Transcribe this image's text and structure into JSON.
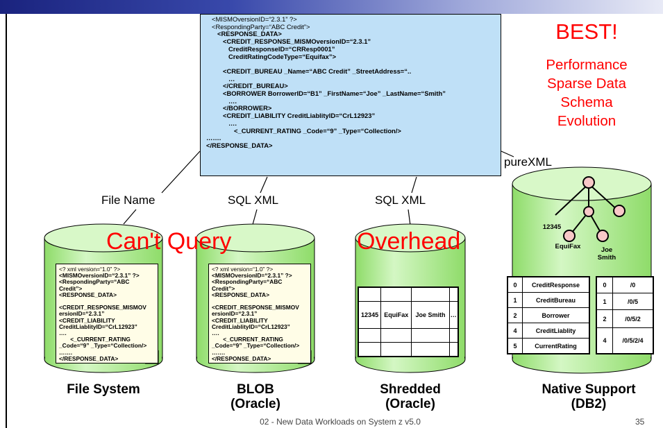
{
  "xml_box": {
    "lines": [
      {
        "text": "<MISMOversionID=“2.3.1” ?>",
        "bold": false,
        "indent": 14
      },
      {
        "text": "<RespondingParty=“ABC Credit”>",
        "bold": false,
        "indent": 14
      },
      {
        "text": "<RESPONSE_DATA>",
        "bold": true,
        "indent": 22
      },
      {
        "text": "<CREDIT_RESPONSE_MISMOversionID=“2.3.1”",
        "bold": true,
        "indent": 30
      },
      {
        "text": "CreditResponseID=“CRResp0001”",
        "bold": true,
        "indent": 38
      },
      {
        "text": "CreditRatingCodeType=“Equifax”>",
        "bold": true,
        "indent": 38
      },
      {
        "text": "",
        "bold": false,
        "indent": 0
      },
      {
        "text": "<CREDIT_BUREAU _Name=“ABC Credit” _StreetAddress=“..",
        "bold": true,
        "indent": 30
      },
      {
        "text": "…",
        "bold": true,
        "indent": 38
      },
      {
        "text": "</CREDIT_BUREAU>",
        "bold": true,
        "indent": 30
      },
      {
        "text": "<BORROWER BorrowerID=“B1” _FirstName=“Joe” _LastName=“Smith”",
        "bold": true,
        "indent": 30
      },
      {
        "text": "….",
        "bold": true,
        "indent": 38
      },
      {
        "text": "</BORROWER>",
        "bold": true,
        "indent": 30
      },
      {
        "text": "<CREDIT_LIABILITY CreditLiablityID=“CrL12923”",
        "bold": true,
        "indent": 30
      },
      {
        "text": "….",
        "bold": true,
        "indent": 38
      },
      {
        "text": "<_CURRENT_RATING _Code=“9” _Type=“Collection/>",
        "bold": true,
        "indent": 46
      },
      {
        "text": "…….",
        "bold": true,
        "indent": 6
      },
      {
        "text": "</RESPONSE_DATA>",
        "bold": true,
        "indent": 6
      }
    ]
  },
  "best": {
    "title": "BEST!",
    "lines": [
      "Performance",
      "Sparse Data",
      "Schema",
      "Evolution"
    ]
  },
  "connector_labels": {
    "file_name": "File Name",
    "sql_xml_1": "SQL XML",
    "sql_xml_2": "SQL XML",
    "pure_xml": "pureXML"
  },
  "overlays": {
    "cant_query": "Can't Query",
    "overhead": "Overhead"
  },
  "doc_file_system": {
    "lines": [
      {
        "text": "<? xml version=“1.0” ?>",
        "bold": false
      },
      {
        "text": "<MISMOversionID=“2.3.1” ?>",
        "bold": true
      },
      {
        "text": "<RespondingParty=“ABC",
        "bold": true
      },
      {
        "text": "Credit”>",
        "bold": true
      },
      {
        "text": "<RESPONSE_DATA>",
        "bold": true
      },
      {
        "text": "",
        "bold": false
      },
      {
        "text": "<CREDIT_RESPONSE_MISMOV",
        "bold": true
      },
      {
        "text": "ersionID=“2.3.1”",
        "bold": true
      },
      {
        "text": "<CREDIT_LIABILITY",
        "bold": true
      },
      {
        "text": "CreditLiablityID=“CrL12923”",
        "bold": true
      },
      {
        "text": "….",
        "bold": true
      },
      {
        "text": "       <_CURRENT_RATING",
        "bold": true
      },
      {
        "text": "_Code=“9” _Type=“Collection/>",
        "bold": true
      },
      {
        "text": "…….",
        "bold": true
      },
      {
        "text": "</RESPONSE_DATA>",
        "bold": true
      }
    ]
  },
  "doc_blob": {
    "lines": [
      {
        "text": "<? xml version=“1.0” ?>",
        "bold": false
      },
      {
        "text": "<MISMOversionID=“2.3.1” ?>",
        "bold": true
      },
      {
        "text": "<RespondingParty=“ABC",
        "bold": true
      },
      {
        "text": "Credit”>",
        "bold": true
      },
      {
        "text": "<RESPONSE_DATA>",
        "bold": true
      },
      {
        "text": "",
        "bold": false
      },
      {
        "text": "<CREDIT_RESPONSE_MISMOV",
        "bold": true
      },
      {
        "text": "ersionID=“2.3.1”",
        "bold": true
      },
      {
        "text": "<CREDIT_LIABILITY",
        "bold": true
      },
      {
        "text": "CreditLiablityID=“CrL12923”",
        "bold": true
      },
      {
        "text": "….",
        "bold": true
      },
      {
        "text": "       <_CURRENT_RATING",
        "bold": true
      },
      {
        "text": "_Code=“9” _Type=“Collection/>",
        "bold": true
      },
      {
        "text": "…….",
        "bold": true
      },
      {
        "text": "</RESPONSE_DATA>",
        "bold": true
      }
    ]
  },
  "shredded_table": {
    "rows": [
      [
        "",
        "",
        "",
        ""
      ],
      [
        "12345",
        "EquiFax",
        "Joe Smith",
        "…"
      ],
      [
        "",
        "",
        "",
        ""
      ],
      [
        "",
        "",
        "",
        ""
      ]
    ]
  },
  "tree": {
    "id_label": "12345",
    "left_label": "EquiFax",
    "right_label": "Joe Smith"
  },
  "native_table_1": {
    "rows": [
      [
        "0",
        "CreditResponse"
      ],
      [
        "1",
        "CreditBureau"
      ],
      [
        "2",
        "Borrower"
      ],
      [
        "4",
        "CreditLiablity"
      ],
      [
        "5",
        "CurrentRating"
      ]
    ]
  },
  "native_table_2": {
    "rows": [
      [
        "0",
        "/0"
      ],
      [
        "1",
        "/0/5"
      ],
      [
        "2",
        "/0/5/2"
      ],
      [
        "4",
        "/0/5/2/4"
      ]
    ]
  },
  "bottom_titles": {
    "file_system": "File System",
    "blob": "BLOB",
    "blob_sub": "(Oracle)",
    "shredded": "Shredded",
    "shredded_sub": "(Oracle)",
    "native": "Native Support",
    "native_sub": "(DB2)"
  },
  "footer": {
    "text": "02 - New Data Workloads on System z v5.0",
    "page": "35"
  },
  "colors": {
    "cylinder_fill": "#b9f0a0",
    "cylinder_top": "#d8f8c8",
    "xml_box_fill": "#bfe0f7",
    "accent_red": "#ff0000",
    "tree_node": "#f8c8c8"
  }
}
